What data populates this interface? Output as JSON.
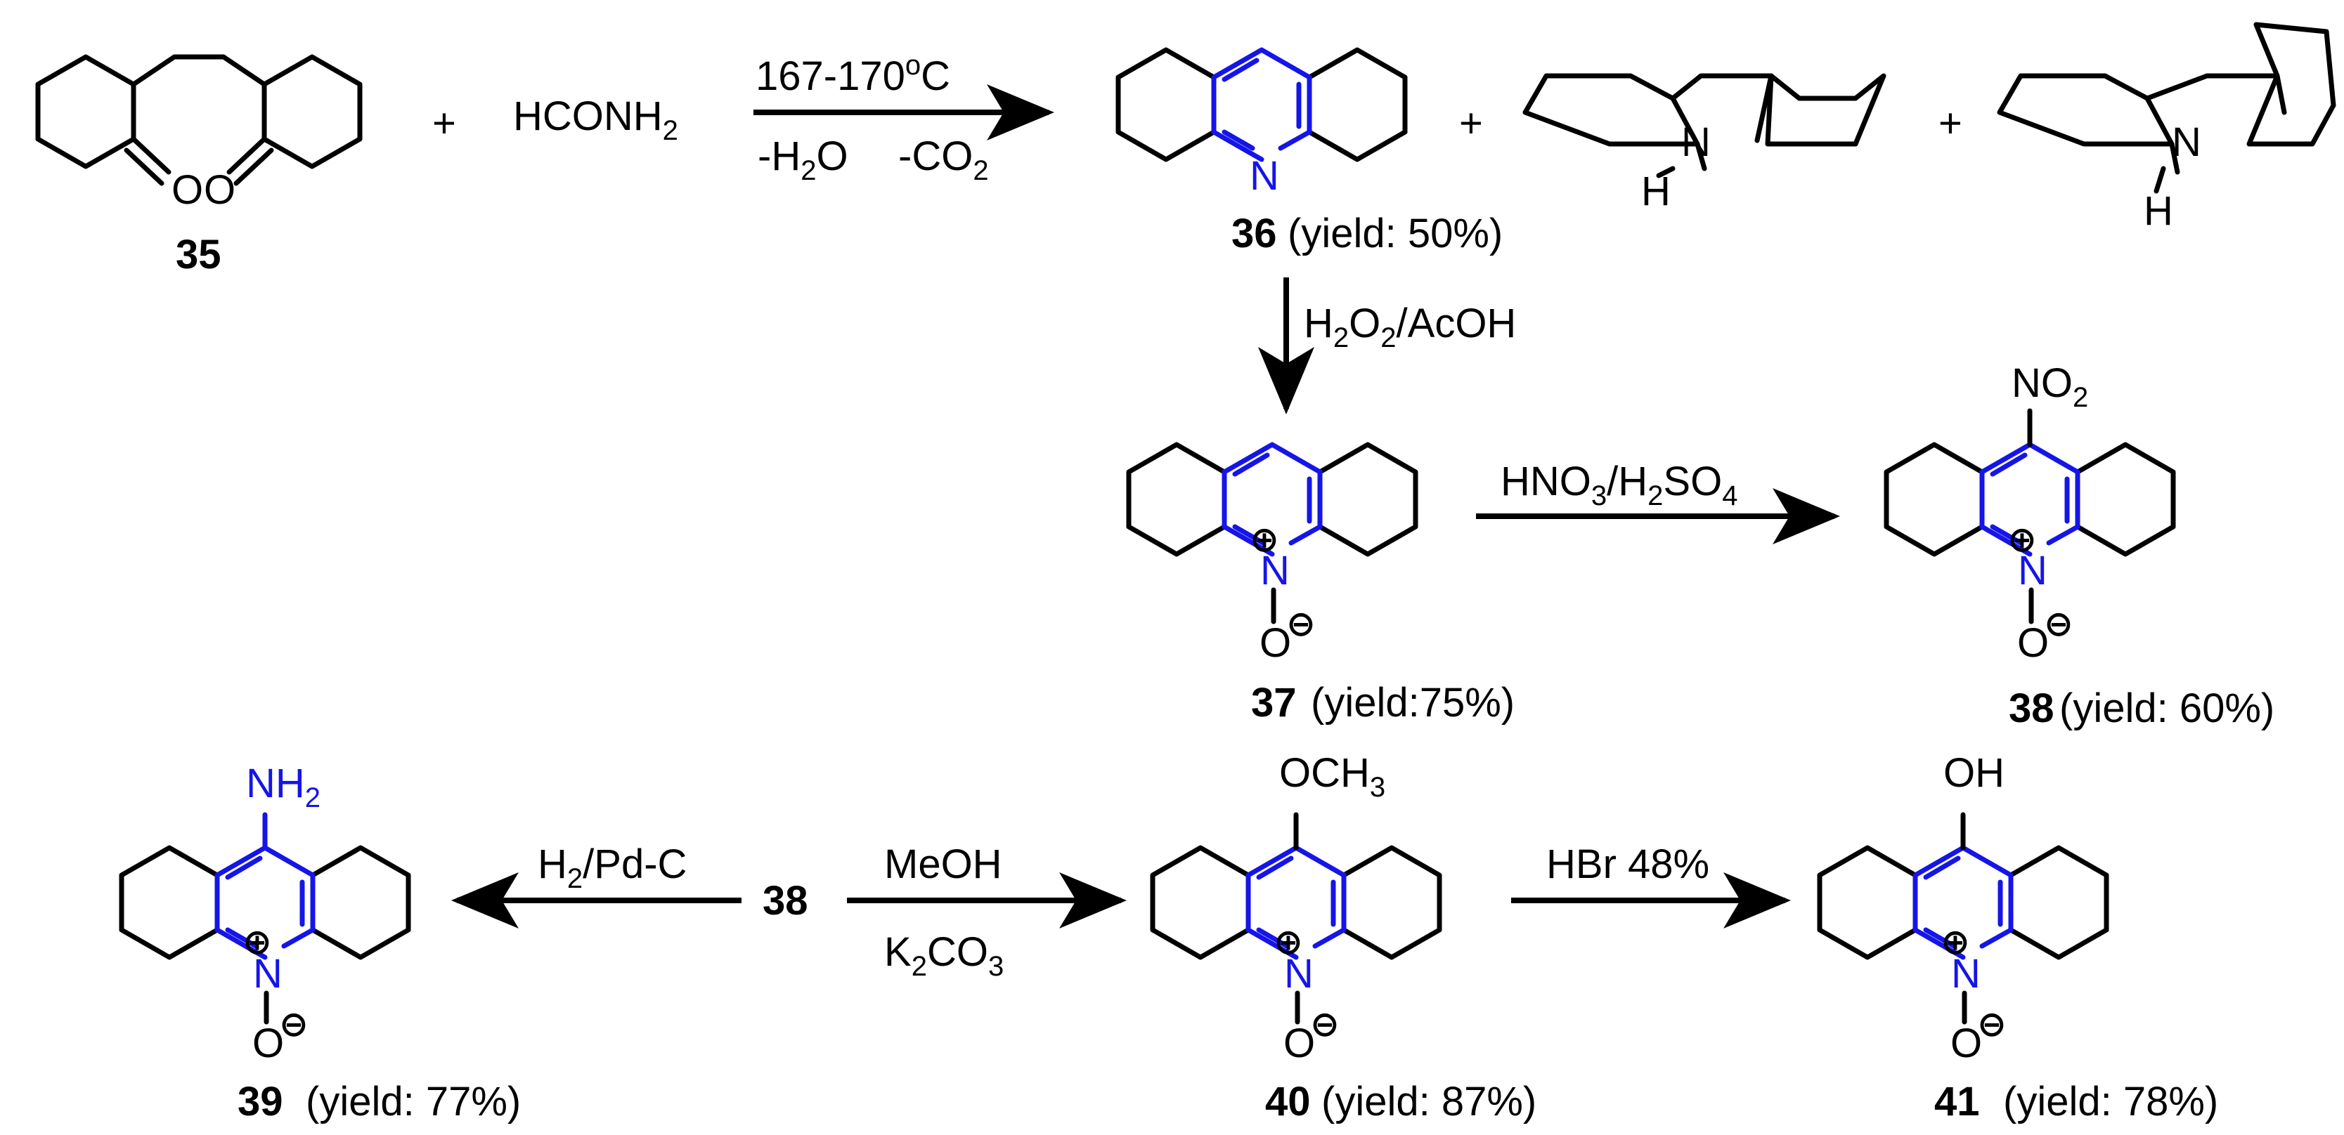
{
  "compounds": {
    "c35": {
      "label": "35",
      "o1": "O",
      "o2": "O"
    },
    "formamide": {
      "text": "HCONH",
      "sub": "2"
    },
    "c36": {
      "label": "36",
      "yield": "(yield: 50%)",
      "n": "N"
    },
    "byproduct1": {
      "n": "N",
      "h": "H"
    },
    "byproduct2": {
      "n": "N",
      "h": "H"
    },
    "c37": {
      "label": "37",
      "yield": "(yield:75%)",
      "n": "N",
      "o": "O"
    },
    "c38": {
      "label": "38",
      "yield": "(yield: 60%)",
      "n": "N",
      "o": "O",
      "sub_main": "NO",
      "sub_sub": "2"
    },
    "c38ref": {
      "label": "38"
    },
    "c39": {
      "label": "39",
      "yield": "(yield: 77%)",
      "n": "N",
      "o": "O",
      "sub_main": "NH",
      "sub_sub": "2"
    },
    "c40": {
      "label": "40",
      "yield": "(yield: 87%)",
      "n": "N",
      "o": "O",
      "sub_main": "OCH",
      "sub_sub": "3"
    },
    "c41": {
      "label": "41",
      "yield": "(yield: 78%)",
      "n": "N",
      "o": "O",
      "sub_main": "OH"
    }
  },
  "plus": "+",
  "conditions": {
    "step1": {
      "temp_a": "167-170",
      "temp_sup": "o",
      "temp_b": "C",
      "loss1_a": "-H",
      "loss1_sub": "2",
      "loss1_b": "O",
      "loss2_a": "-CO",
      "loss2_sub": "2"
    },
    "step2": {
      "a": "H",
      "s1": "2",
      "b": "O",
      "s2": "2",
      "c": "/AcOH"
    },
    "step3": {
      "a": "HNO",
      "s1": "3",
      "b": "/H",
      "s2": "2",
      "c": "SO",
      "s3": "4"
    },
    "step4": {
      "a": "H",
      "s1": "2",
      "b": "/Pd-C"
    },
    "step5": {
      "top": "MeOH",
      "bot_a": "K",
      "bot_s1": "2",
      "bot_b": "CO",
      "bot_s2": "3"
    },
    "step6": {
      "text": "HBr 48%"
    }
  },
  "colors": {
    "pyridine_ring": "#1515e8",
    "bonds": "#000000"
  }
}
